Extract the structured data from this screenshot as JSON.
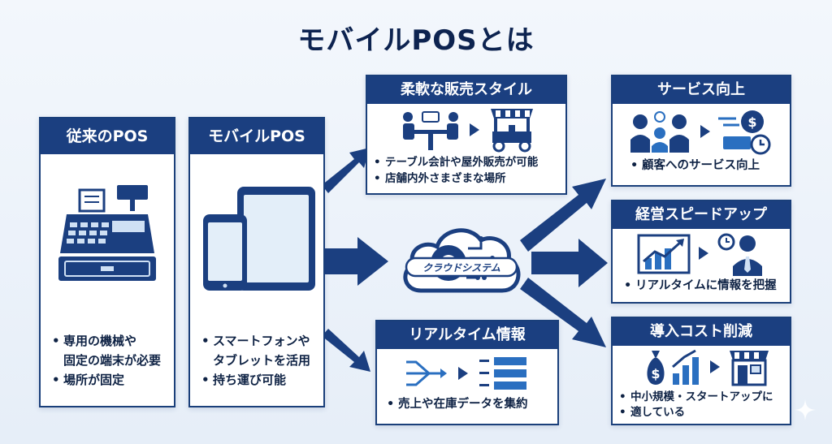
{
  "title": "モバイルPOSとは",
  "legacy_pos": {
    "heading": "従来のPOS",
    "points": [
      "専用の機械や",
      "固定の端末が必要",
      "場所が固定"
    ]
  },
  "mobile_pos": {
    "heading": "モバイルPOS",
    "points": [
      "スマートフォンや",
      "タブレットを活用",
      "持ち運び可能"
    ]
  },
  "flexible_sales": {
    "heading": "柔軟な販売スタイル",
    "points": [
      "テーブル会計や屋外販売が可能",
      "店舗内外さまざまな場所"
    ]
  },
  "realtime_info": {
    "heading": "リアルタイム情報",
    "points": [
      "売上や在庫データを集約"
    ]
  },
  "cloud": {
    "label": "クラウドシステム"
  },
  "service_up": {
    "heading": "サービス向上",
    "points": [
      "顧客へのサービス向上"
    ]
  },
  "speed_up": {
    "heading": "経営スピードアップ",
    "points": [
      "リアルタイムに情報を把握"
    ]
  },
  "cost_down": {
    "heading": "導入コスト削減",
    "points": [
      "中小規模・スタートアップに",
      "適している"
    ]
  },
  "colors": {
    "navy": "#1b3f80",
    "light": "#cfe0f4",
    "accent": "#2a6fc0"
  }
}
